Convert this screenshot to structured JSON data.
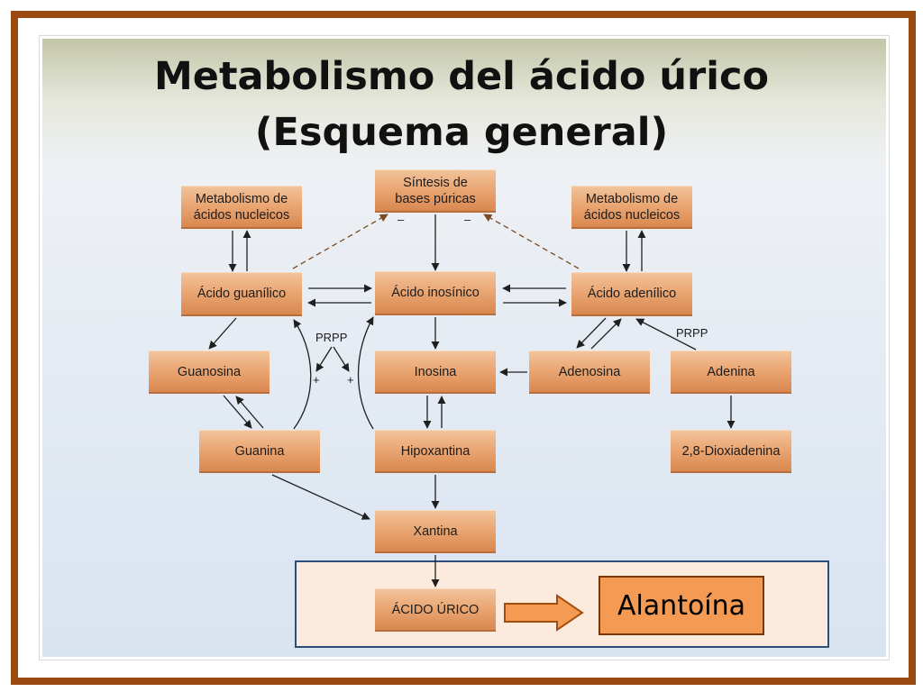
{
  "title": {
    "line1": "Metabolismo del ácido úrico",
    "line2": "(Esquema general)"
  },
  "nodes": {
    "sintesis": [
      "Síntesis de",
      "bases púricas"
    ],
    "metab_left": [
      "Metabolismo de",
      "ácidos nucleicos"
    ],
    "metab_right": [
      "Metabolismo de",
      "ácidos nucleicos"
    ],
    "ac_guanilico": "Ácido guanílico",
    "ac_inosinico": "Ácido inosínico",
    "ac_adenilico": "Ácido adenílico",
    "guanosina": "Guanosina",
    "inosina": "Inosina",
    "adenosina": "Adenosina",
    "adenina": "Adenina",
    "guanina": "Guanina",
    "hipoxantina": "Hipoxantina",
    "dioxiadenina": "2,8-Dioxiadenina",
    "xantina": "Xantina",
    "acido_urico": "ÁCIDO ÚRICO",
    "alantoina": "Alantoína"
  },
  "labels": {
    "prpp_left": "PRPP",
    "prpp_right": "PRPP",
    "plus_left": "+",
    "plus_right": "+",
    "minus_left": "–",
    "minus_right": "–"
  },
  "colors": {
    "frame": "#9b4a12",
    "node_fill": "#eaa774",
    "highlight_panel_border": "#2d4e7d",
    "alantoina_fill": "#f59a52",
    "dashed_arrow": "#7a4a22"
  }
}
